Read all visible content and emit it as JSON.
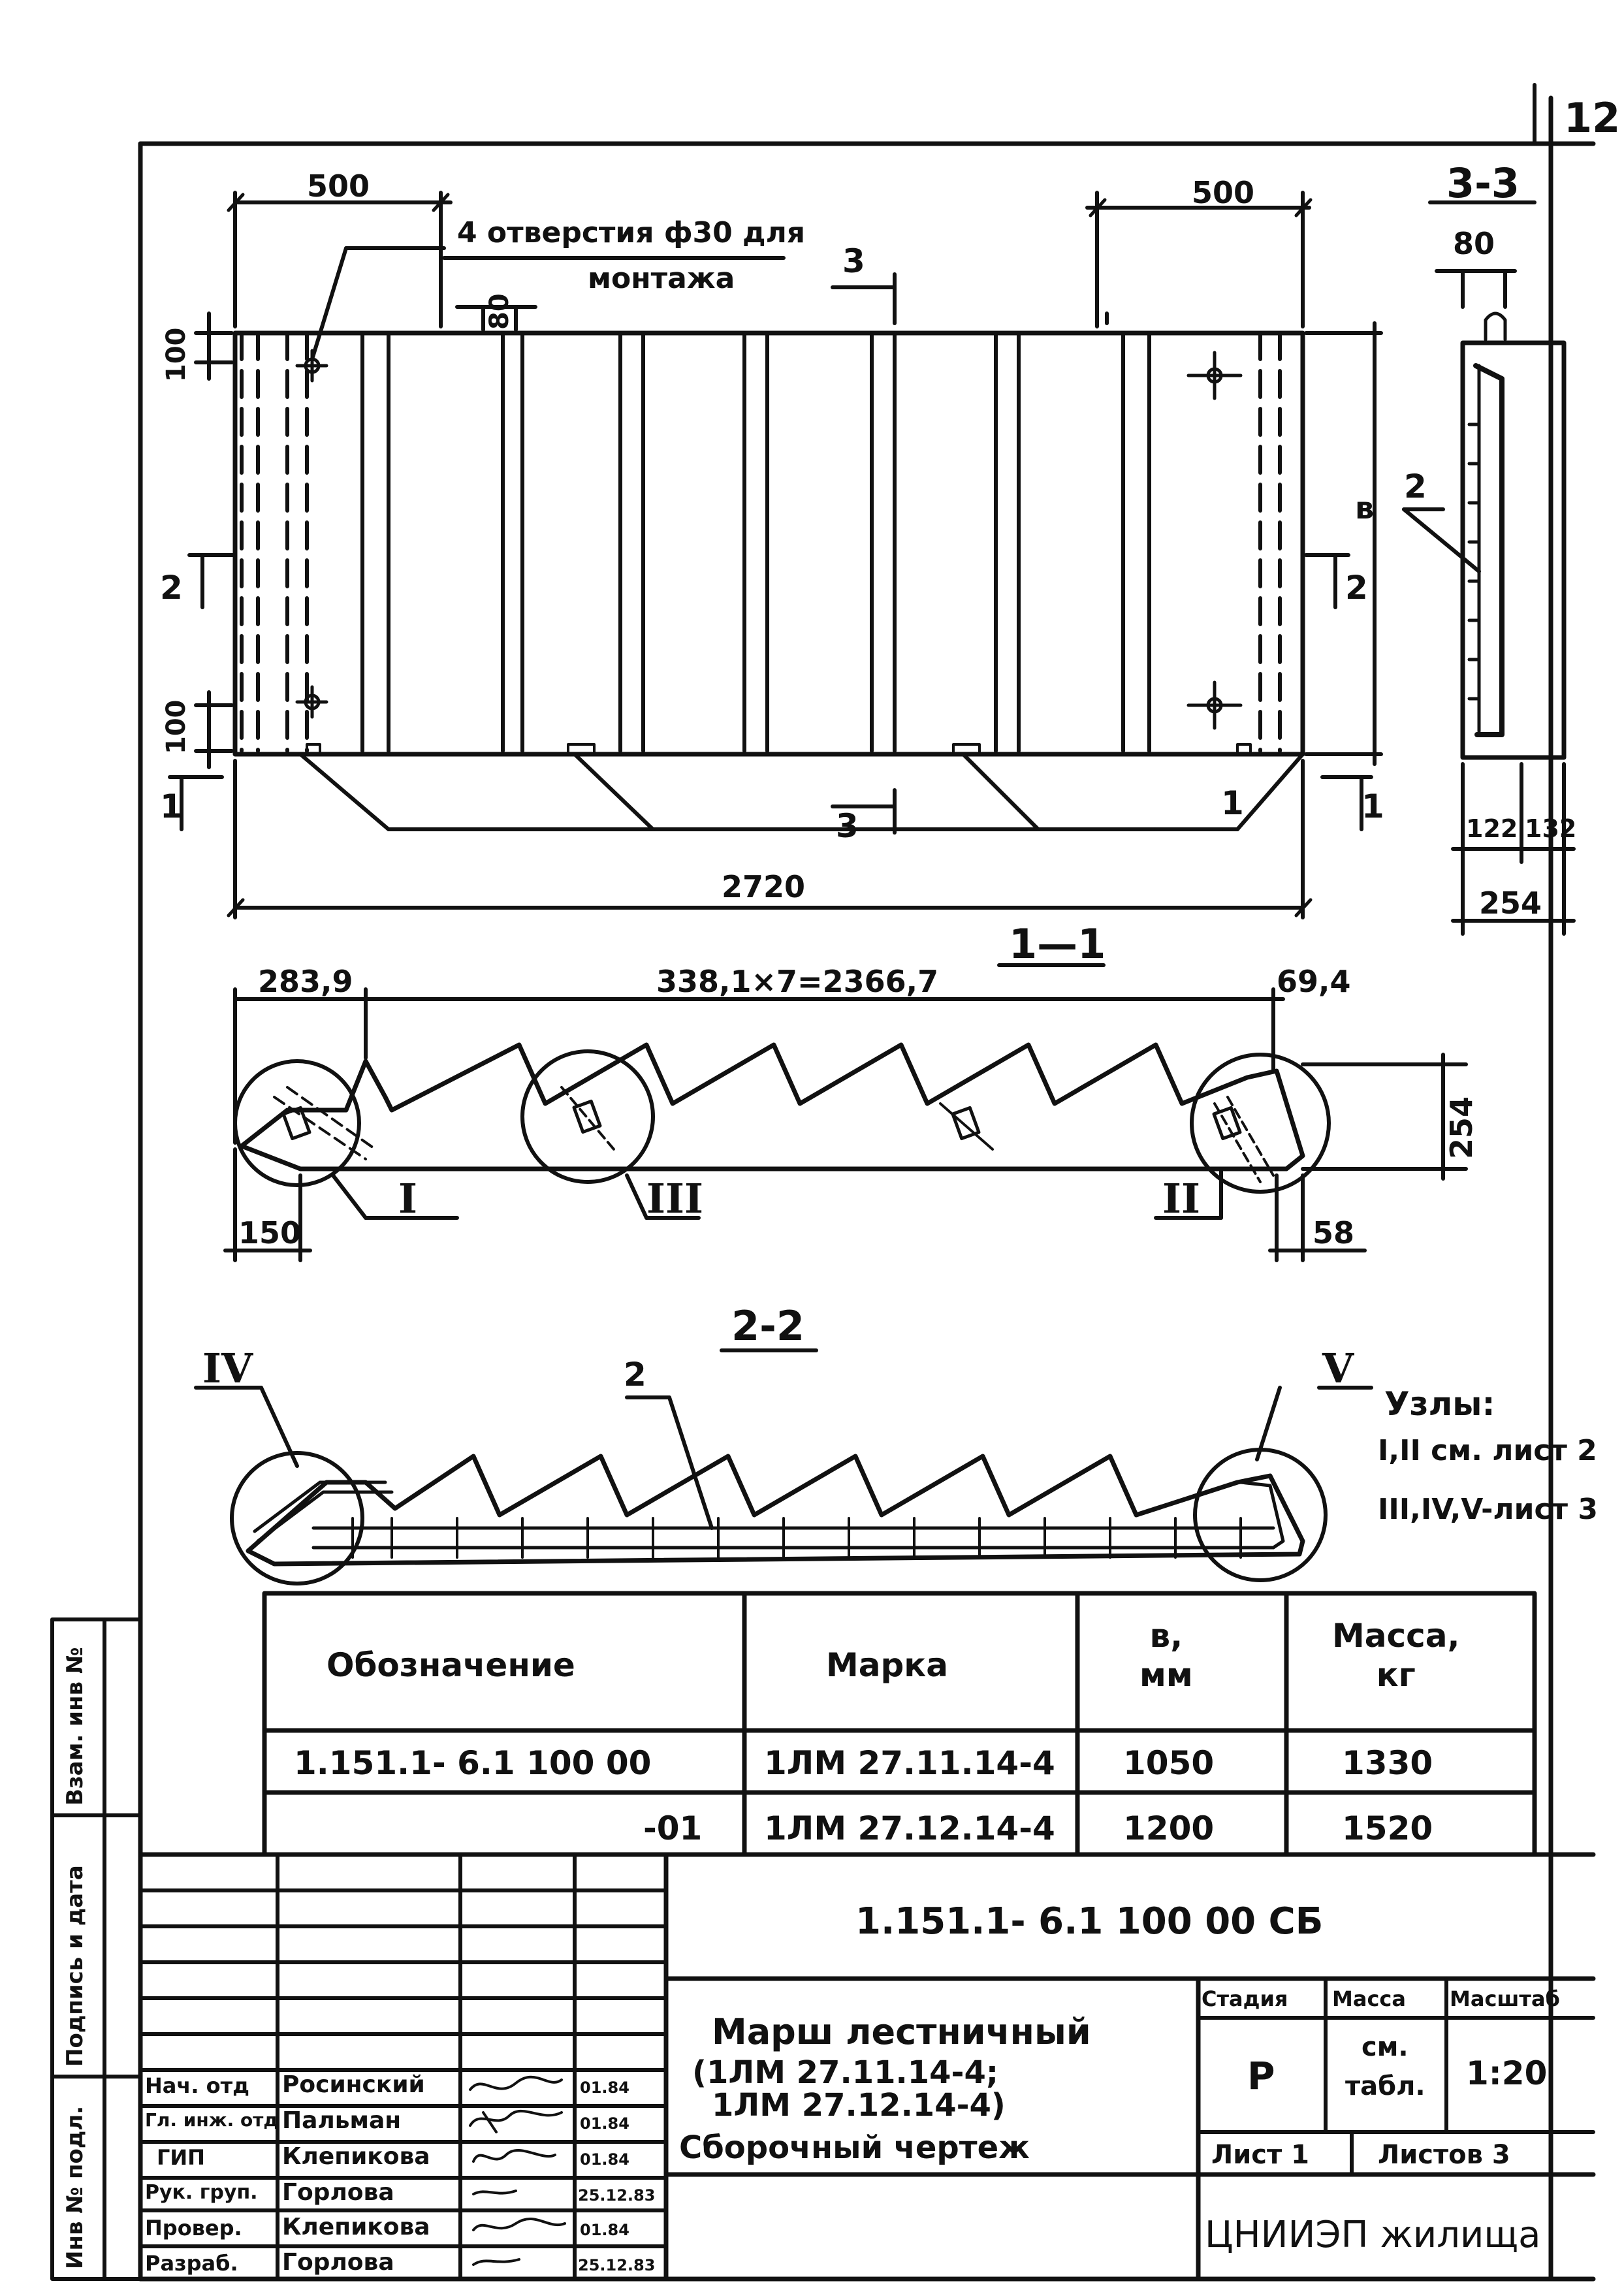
{
  "sheet_corner_number": "12",
  "view_top": {
    "dim_left": "500",
    "dim_right": "500",
    "holes_note_line1": "4 отверстия ф30 для",
    "holes_note_line2": "монтажа",
    "dim_80": "80",
    "dim_100_top": "100",
    "dim_100_bottom": "100",
    "dim_b": "в",
    "dim_total": "2720",
    "cut_3": "3",
    "cut_2": "2",
    "cut_1": "1",
    "leader_1": "1"
  },
  "section_3_3": {
    "title": "3-3",
    "dim_80": "80",
    "leader_2": "2",
    "dim_122": "122",
    "dim_132": "132",
    "dim_254": "254"
  },
  "section_1_1": {
    "title": "1—1",
    "dim_283": "283,9",
    "dim_steps": "338,1×7=2366,7",
    "dim_69": "69,4",
    "dim_254": "254",
    "dim_150": "150",
    "dim_58": "58",
    "node_I": "I",
    "node_III": "III",
    "node_II": "II"
  },
  "section_2_2": {
    "title": "2-2",
    "node_IV": "IV",
    "node_V": "V",
    "leader_2": "2",
    "nodes_title": "Узлы:",
    "nodes_line1": "I,II см. лист 2",
    "nodes_line2": "III,IV,V-лист 3"
  },
  "spec_table": {
    "headers": [
      "Обозначение",
      "Марка",
      "в,\nмм",
      "Масса,\nкг"
    ],
    "rows": [
      [
        "1.151.1- 6.1 100 00",
        "1ЛМ 27.11.14-4",
        "1050",
        "1330"
      ],
      [
        "-01",
        "1ЛМ 27.12.14-4",
        "1200",
        "1520"
      ]
    ]
  },
  "side_stamp": [
    "Инв № подл.",
    "Подпись и дата",
    "Взам. инв №"
  ],
  "title_block": {
    "doc_code": "1.151.1- 6.1 100 00 СБ",
    "title_line1": "Марш лестничный",
    "title_line2": "(1ЛМ 27.11.14-4;",
    "title_line3": "1ЛМ 27.12.14-4)",
    "title_line4": "Сборочный чертеж",
    "stage_header": "Стадия",
    "mass_header": "Масса",
    "scale_header": "Масштаб",
    "stage_value": "Р",
    "mass_value_line1": "см.",
    "mass_value_line2": "табл.",
    "scale_value": "1:20",
    "sheet": "Лист 1",
    "sheets": "Листов 3",
    "organization": "ЦНИИЭП жилища",
    "signers": [
      {
        "role": "Нач. отд",
        "name": "Росинский",
        "date": "01.84"
      },
      {
        "role": "Гл. инж. отд",
        "name": "Пальман",
        "date": "01.84"
      },
      {
        "role": "ГИП",
        "name": "Клепикова",
        "date": "01.84"
      },
      {
        "role": "Рук. груп.",
        "name": "Горлова",
        "date": "25.12.83"
      },
      {
        "role": "Провер.",
        "name": "Клепикова",
        "date": "01.84"
      },
      {
        "role": "Разраб.",
        "name": "Горлова",
        "date": "25.12.83"
      }
    ]
  }
}
